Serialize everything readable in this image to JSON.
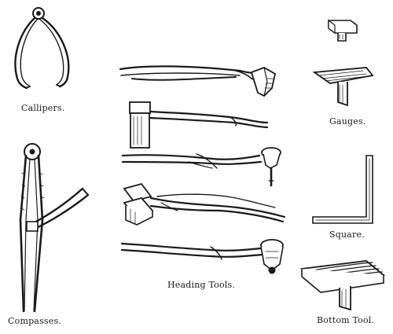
{
  "labels": {
    "callipers": "Callipers.",
    "compasses": "Compasses.",
    "heading_tools": "Heading Tools.",
    "gauges": "Gauges.",
    "square": "Square.",
    "bottom_tool": "Bottom Tool."
  },
  "colors": {
    "ink": "#1a1a1a",
    "paper": "#ffffff"
  }
}
